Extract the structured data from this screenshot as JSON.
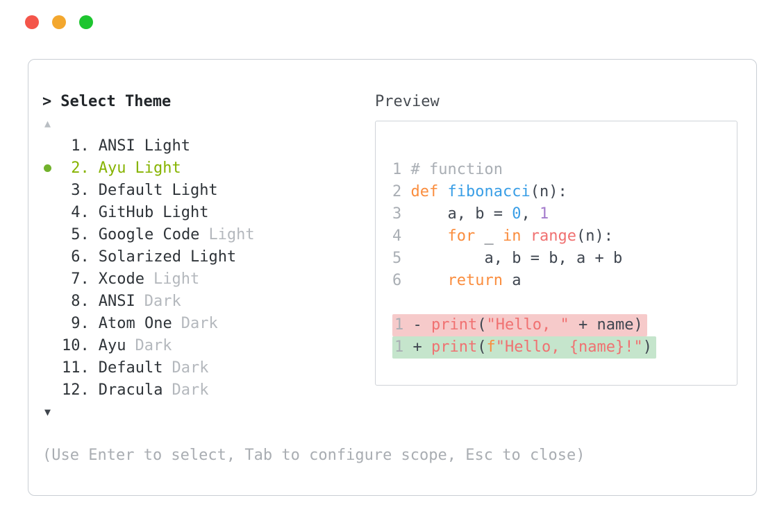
{
  "window": {
    "traffic_lights": [
      {
        "name": "close",
        "color": "#f4554a"
      },
      {
        "name": "minimize",
        "color": "#f3a72e"
      },
      {
        "name": "zoom",
        "color": "#1dc52f"
      }
    ]
  },
  "header": {
    "prompt": ">",
    "title": "Select Theme",
    "preview_label": "Preview"
  },
  "list": {
    "scroll_up_icon": "▲",
    "scroll_down_icon": "▼",
    "items": [
      {
        "number": "1.",
        "name": "ANSI",
        "variant": "Light",
        "variant_muted": false,
        "selected": false
      },
      {
        "number": "2.",
        "name": "Ayu",
        "variant": "Light",
        "variant_muted": false,
        "selected": true
      },
      {
        "number": "3.",
        "name": "Default",
        "variant": "Light",
        "variant_muted": false,
        "selected": false
      },
      {
        "number": "4.",
        "name": "GitHub",
        "variant": "Light",
        "variant_muted": false,
        "selected": false
      },
      {
        "number": "5.",
        "name": "Google Code",
        "variant": "Light",
        "variant_muted": true,
        "selected": false
      },
      {
        "number": "6.",
        "name": "Solarized",
        "variant": "Light",
        "variant_muted": false,
        "selected": false
      },
      {
        "number": "7.",
        "name": "Xcode",
        "variant": "Light",
        "variant_muted": true,
        "selected": false
      },
      {
        "number": "8.",
        "name": "ANSI",
        "variant": "Dark",
        "variant_muted": true,
        "selected": false
      },
      {
        "number": "9.",
        "name": "Atom One",
        "variant": "Dark",
        "variant_muted": true,
        "selected": false
      },
      {
        "number": "10.",
        "name": "Ayu",
        "variant": "Dark",
        "variant_muted": true,
        "selected": false
      },
      {
        "number": "11.",
        "name": "Default",
        "variant": "Dark",
        "variant_muted": true,
        "selected": false
      },
      {
        "number": "12.",
        "name": "Dracula",
        "variant": "Dark",
        "variant_muted": true,
        "selected": false
      }
    ]
  },
  "palette": {
    "plain": "#3f4650",
    "comment": "#a9aeb4",
    "lineno": "#a9aeb4",
    "keyword": "#fa8d3e",
    "function_blue": "#399ee6",
    "call_red": "#f07171",
    "number_blue": "#399ee6",
    "number_purple": "#a37acc",
    "string_red": "#f07171",
    "removed_bg": "#f6caca",
    "added_bg": "#c5e5cc",
    "selected_green": "#86b300",
    "selected_dot": "#72b22c",
    "muted": "#b4b8bd",
    "text": "#2e3338",
    "hint": "#a9adb2",
    "arrow_muted": "#b9bec3",
    "arrow_dark": "#3f454c"
  },
  "preview": {
    "code_lines": [
      {
        "num": "1",
        "tokens": [
          {
            "t": "# function",
            "c": "comment"
          }
        ]
      },
      {
        "num": "2",
        "tokens": [
          {
            "t": "def ",
            "c": "keyword"
          },
          {
            "t": "fibonacci",
            "c": "function_blue"
          },
          {
            "t": "(n):",
            "c": "plain"
          }
        ]
      },
      {
        "num": "3",
        "tokens": [
          {
            "t": "    a, b = ",
            "c": "plain"
          },
          {
            "t": "0",
            "c": "number_blue"
          },
          {
            "t": ", ",
            "c": "plain"
          },
          {
            "t": "1",
            "c": "number_purple"
          }
        ]
      },
      {
        "num": "4",
        "tokens": [
          {
            "t": "    ",
            "c": "plain"
          },
          {
            "t": "for",
            "c": "keyword"
          },
          {
            "t": " _ ",
            "c": "plain"
          },
          {
            "t": "in",
            "c": "keyword"
          },
          {
            "t": " ",
            "c": "plain"
          },
          {
            "t": "range",
            "c": "call_red"
          },
          {
            "t": "(n):",
            "c": "plain"
          }
        ]
      },
      {
        "num": "5",
        "tokens": [
          {
            "t": "        a, b = b, a + b",
            "c": "plain"
          }
        ]
      },
      {
        "num": "6",
        "tokens": [
          {
            "t": "    ",
            "c": "plain"
          },
          {
            "t": "return",
            "c": "keyword"
          },
          {
            "t": " a",
            "c": "plain"
          }
        ]
      }
    ],
    "diff_lines": [
      {
        "num": "1",
        "sign": "-",
        "type": "removed",
        "tokens": [
          {
            "t": "print",
            "c": "call_red"
          },
          {
            "t": "(",
            "c": "plain"
          },
          {
            "t": "\"Hello, \"",
            "c": "string_red"
          },
          {
            "t": " + name)",
            "c": "plain"
          }
        ]
      },
      {
        "num": "1",
        "sign": "+",
        "type": "added",
        "tokens": [
          {
            "t": "print",
            "c": "call_red"
          },
          {
            "t": "(",
            "c": "plain"
          },
          {
            "t": "f",
            "c": "keyword"
          },
          {
            "t": "\"Hello, {name}!\"",
            "c": "string_red"
          },
          {
            "t": ")",
            "c": "plain"
          }
        ]
      }
    ]
  },
  "footer": {
    "hint": "(Use Enter to select, Tab to configure scope, Esc to close)"
  }
}
